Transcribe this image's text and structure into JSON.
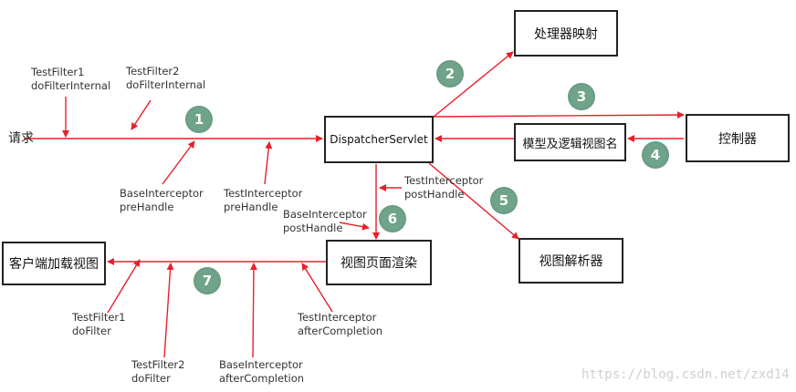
{
  "nodes": {
    "request": "请求",
    "dispatcher": "DispatcherServlet",
    "handler_mapping": "处理器映射",
    "controller": "控制器",
    "model_view": "模型及逻辑视图名",
    "view_resolver": "视图解析器",
    "view_render": "视图页面渲染",
    "client_view": "客户端加载视图"
  },
  "annotations": {
    "tf1_do_filter_internal": [
      "TestFilter1",
      "doFilterInternal"
    ],
    "tf2_do_filter_internal": [
      "TestFilter2",
      "doFilterInternal"
    ],
    "base_pre_handle": [
      "BaseInterceptor",
      "preHandle"
    ],
    "test_pre_handle": [
      "TestInterceptor",
      "preHandle"
    ],
    "test_post_handle": [
      "TestInterceptor",
      "postHandle"
    ],
    "base_post_handle": [
      "BaseInterceptor",
      "postHandle"
    ],
    "tf1_do_filter": [
      "TestFilter1",
      "doFilter"
    ],
    "tf2_do_filter": [
      "TestFilter2",
      "doFilter"
    ],
    "base_after_completion": [
      "BaseInterceptor",
      "afterCompletion"
    ],
    "test_after_completion": [
      "TestInterceptor",
      "afterCompletion"
    ]
  },
  "steps": [
    "1",
    "2",
    "3",
    "4",
    "5",
    "6",
    "7"
  ],
  "watermark": "https://blog.csdn.net/zxd14",
  "colors": {
    "arrow": "#e8202a",
    "step_circle": "#6fa38a",
    "box_border": "#222222"
  }
}
